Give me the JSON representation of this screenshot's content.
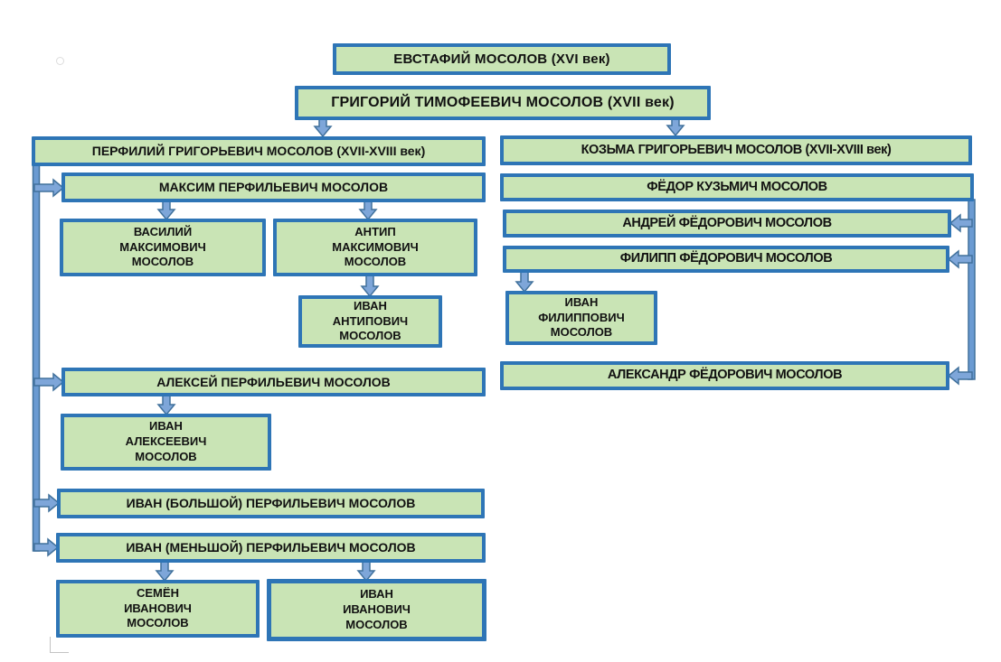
{
  "diagram": {
    "people": {
      "evstafiy": "ЕВСТАФИЙ МОСОЛОВ (XVI век)",
      "grigoriy": "ГРИГОРИЙ ТИМОФЕЕВИЧ МОСОЛОВ (XVII век)",
      "perfiliy": "ПЕРФИЛИЙ ГРИГОРЬЕВИЧ МОСОЛОВ (XVII-XVIII век)",
      "maksim": "МАКСИМ ПЕРФИЛЬЕВИЧ МОСОЛОВ",
      "vasiliy": "ВАСИЛИЙ\nМАКСИМОВИЧ\nМОСОЛОВ",
      "antip": "АНТИП\nМАКСИМОВИЧ\nМОСОЛОВ",
      "ivan_antipovich": "ИВАН\nАНТИПОВИЧ\nМОСОЛОВ",
      "aleksey": "АЛЕКСЕЙ ПЕРФИЛЬЕВИЧ МОСОЛОВ",
      "ivan_alekseevich": "ИВАН\nАЛЕКСЕЕВИЧ\nМОСОЛОВ",
      "ivan_bolshoy": "ИВАН (БОЛЬШОЙ) ПЕРФИЛЬЕВИЧ МОСОЛОВ",
      "ivan_menshoy": "ИВАН (МЕНЬШОЙ) ПЕРФИЛЬЕВИЧ МОСОЛОВ",
      "semyon": "СЕМЁН\nИВАНОВИЧ\nМОСОЛОВ",
      "ivan_ivanovich": "ИВАН\nИВАНОВИЧ\nМОСОЛОВ",
      "kozma": "КОЗЬМА ГРИГОРЬЕВИЧ МОСОЛОВ (XVII-XVIII век)",
      "fyodor": "ФЁДОР КУЗЬМИЧ МОСОЛОВ",
      "andrey": "АНДРЕЙ ФЁДОРОВИЧ МОСОЛОВ",
      "filipp": "ФИЛИПП ФЁДОРОВИЧ МОСОЛОВ",
      "ivan_filippovich": "ИВАН\nФИЛИППОВИЧ\nМОСОЛОВ",
      "aleksandr": "АЛЕКСАНДР ФЁДОРОВИЧ МОСОЛОВ"
    },
    "colors": {
      "box_fill": "#c9e4b5",
      "box_border": "#2e75b6",
      "connector_fill": "#7ea6d9",
      "connector_stroke": "#41719c",
      "trunk_fill": "#6b9bd2",
      "text_color": "#111111"
    }
  }
}
